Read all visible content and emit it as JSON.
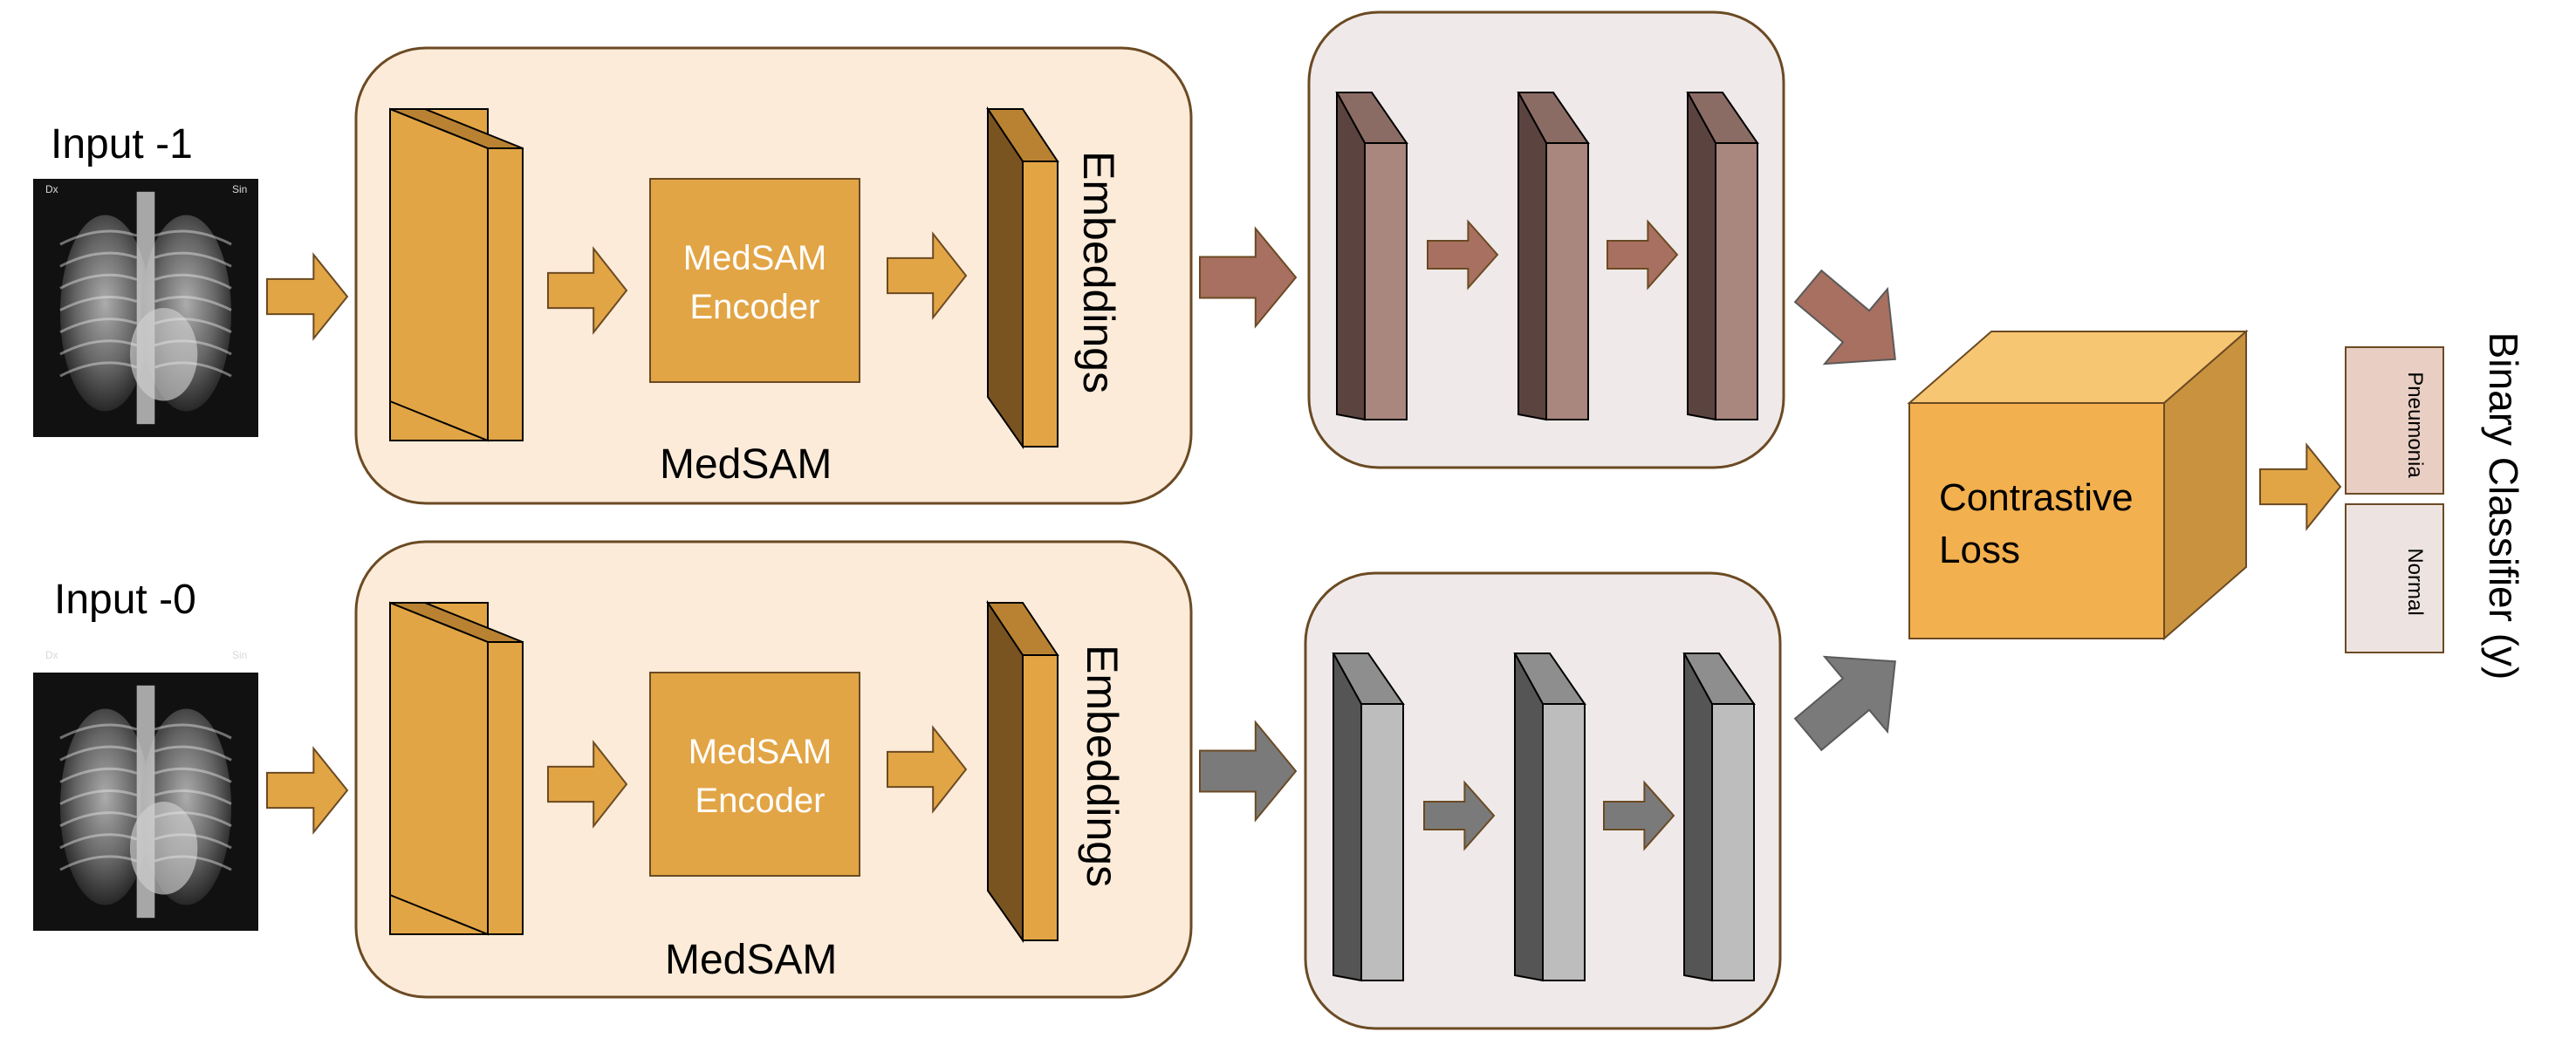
{
  "inputs": [
    {
      "label": "Input -1",
      "xray_left_tag": "Dx",
      "xray_right_tag": "Sin"
    },
    {
      "label": "Input -0",
      "xray_left_tag": "Dx",
      "xray_right_tag": "Sin"
    }
  ],
  "medsam": {
    "label": "MedSAM",
    "encoder_label": [
      "MedSAM",
      "Encoder"
    ],
    "embeddings_label": "Embeddings"
  },
  "loss": {
    "label": [
      "Contrastive",
      "Loss"
    ]
  },
  "outputs": {
    "classes": [
      "Pneumonia",
      "Normal"
    ],
    "label": "Binary Classifier (y)"
  },
  "colors": {
    "orange": "#E2A545",
    "orange_dark": "#B98232",
    "orange_darker": "#7A5420",
    "peach_bg": "#FCEBD9",
    "gray_bg": "#EFEAE9",
    "frame": "#6B4A23",
    "brown_front": "#A9867E",
    "brown_side": "#5B4440",
    "brown_top": "#8B6C64",
    "brown_arrow": "#A87060",
    "gray_front": "#BDBDBD",
    "gray_side": "#555555",
    "gray_top": "#8E8E8E",
    "gray_arrow": "#7A7A7A",
    "loss_front": "#F2B04E",
    "loss_top": "#F6C673",
    "loss_side": "#C9923E",
    "pneumonia_fill": "#E9CEC4",
    "normal_fill": "#EDE3E0"
  }
}
